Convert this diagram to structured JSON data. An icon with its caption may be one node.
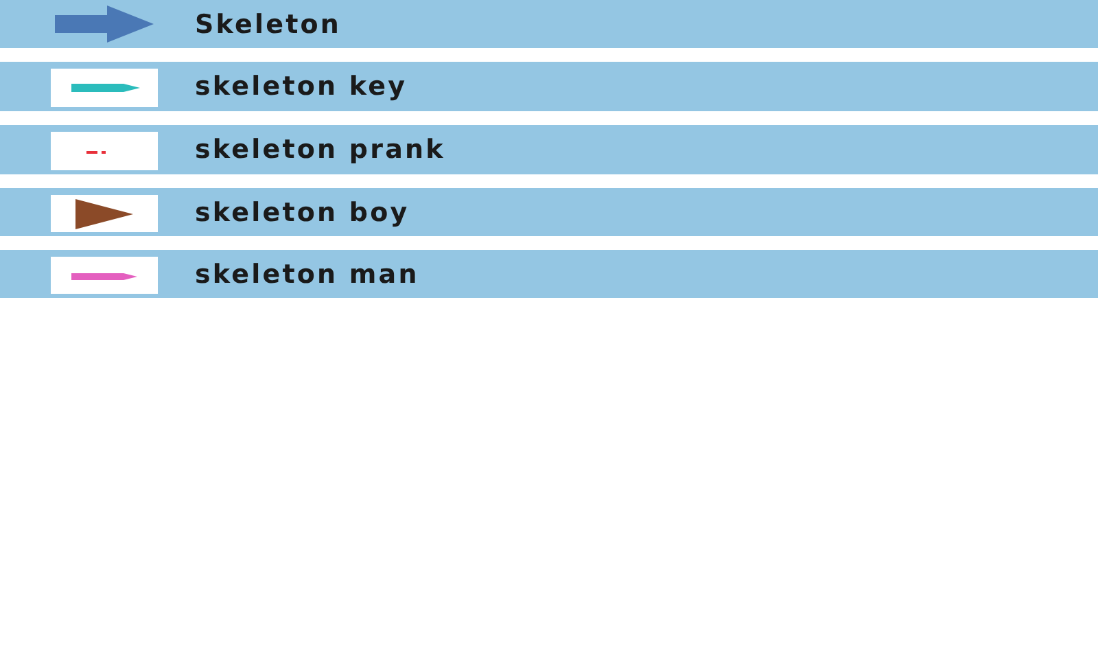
{
  "diagram": {
    "nodes": [
      {
        "text": [
          "Skeleton"
        ]
      },
      {
        "text": [
          "skeleton key"
        ]
      },
      {
        "text": [
          "skeleton prank"
        ]
      },
      {
        "text": [
          "skeleton boy"
        ]
      },
      {
        "text": [
          "skeleton man"
        ]
      }
    ]
  }
}
